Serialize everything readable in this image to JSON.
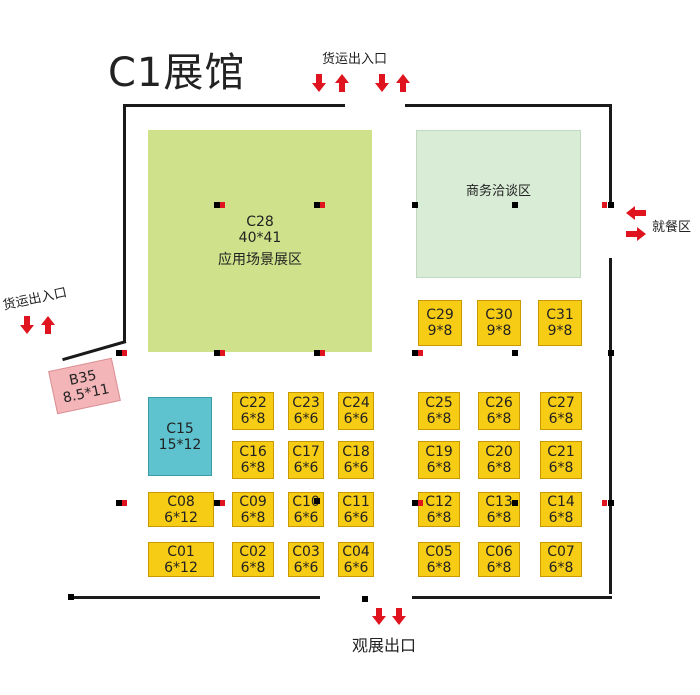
{
  "title": "C1展馆",
  "labels": {
    "top_entrance": "货运出入口",
    "left_entrance": "货运出入口",
    "dining": "就餐区",
    "exit": "观展出口"
  },
  "zones": {
    "c28": {
      "id": "C28",
      "size": "40*41",
      "desc": "应用场景展区"
    },
    "business": {
      "desc": "商务洽谈区"
    },
    "b35": {
      "id": "B35",
      "size": "8.5*11"
    },
    "c15": {
      "id": "C15",
      "size": "15*12"
    }
  },
  "booths": [
    {
      "id": "C29",
      "size": "9*8"
    },
    {
      "id": "C30",
      "size": "9*8"
    },
    {
      "id": "C31",
      "size": "9*8"
    },
    {
      "id": "C22",
      "size": "6*8"
    },
    {
      "id": "C23",
      "size": "6*6"
    },
    {
      "id": "C24",
      "size": "6*6"
    },
    {
      "id": "C25",
      "size": "6*8"
    },
    {
      "id": "C26",
      "size": "6*8"
    },
    {
      "id": "C27",
      "size": "6*8"
    },
    {
      "id": "C16",
      "size": "6*8"
    },
    {
      "id": "C17",
      "size": "6*6"
    },
    {
      "id": "C18",
      "size": "6*6"
    },
    {
      "id": "C19",
      "size": "6*8"
    },
    {
      "id": "C20",
      "size": "6*8"
    },
    {
      "id": "C21",
      "size": "6*8"
    },
    {
      "id": "C08",
      "size": "6*12"
    },
    {
      "id": "C09",
      "size": "6*8"
    },
    {
      "id": "C10",
      "size": "6*6"
    },
    {
      "id": "C11",
      "size": "6*6"
    },
    {
      "id": "C12",
      "size": "6*8"
    },
    {
      "id": "C13",
      "size": "6*8"
    },
    {
      "id": "C14",
      "size": "6*8"
    },
    {
      "id": "C01",
      "size": "6*12"
    },
    {
      "id": "C02",
      "size": "6*8"
    },
    {
      "id": "C03",
      "size": "6*6"
    },
    {
      "id": "C04",
      "size": "6*6"
    },
    {
      "id": "C05",
      "size": "6*8"
    },
    {
      "id": "C06",
      "size": "6*8"
    },
    {
      "id": "C07",
      "size": "6*8"
    }
  ],
  "colors": {
    "booth": "#f7cc14",
    "scene_zone": "#cfe18a",
    "business_zone": "#d8ecd6",
    "c15": "#5ec3cf",
    "b35": "#f4b5b9",
    "arrow": "#e0141e"
  }
}
